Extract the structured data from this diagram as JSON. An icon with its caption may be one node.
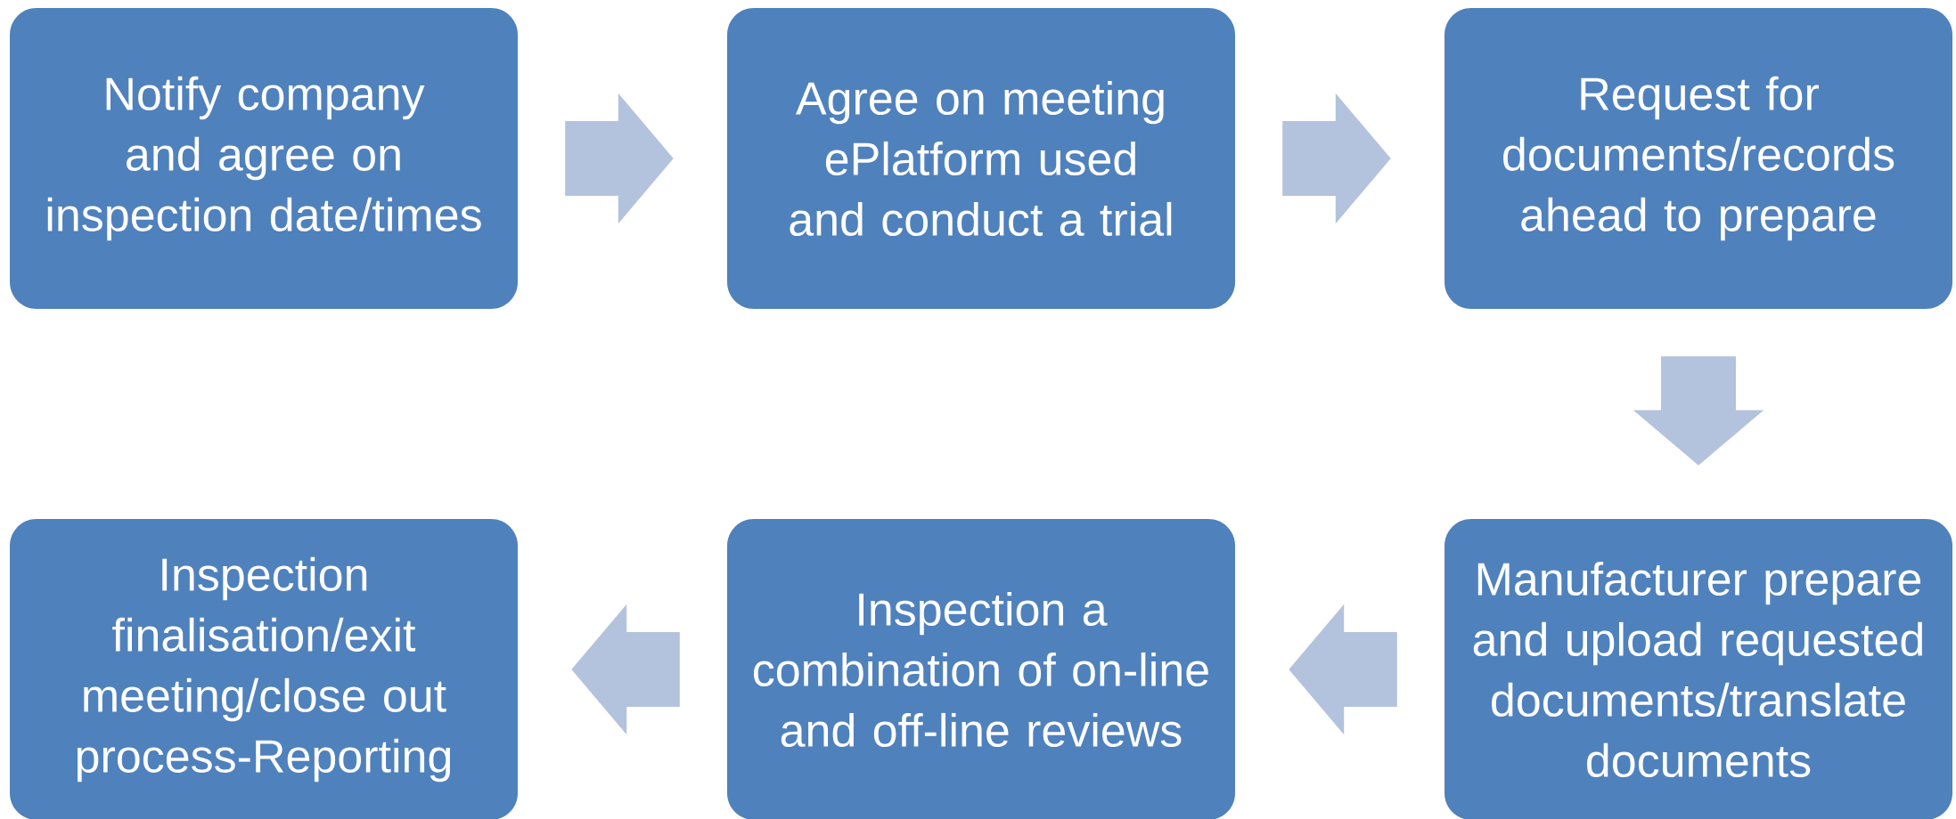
{
  "diagram": {
    "nodes": [
      {
        "text": [
          "Notify company and agree on inspection date/times"
        ]
      },
      {
        "text": [
          "Agree on meeting ePlatform used and conduct a trial"
        ]
      },
      {
        "text": [
          "Request for documents/records ahead to prepare"
        ]
      },
      {
        "text": [
          "Manufacturer prepare and upload requested documents/translate documents"
        ]
      },
      {
        "text": [
          "Inspection a combination of on-line and off-line reviews"
        ]
      },
      {
        "text": [
          "Inspection finalisation/exit meeting/close out process-Reporting"
        ]
      }
    ],
    "edges": [
      {
        "from": 0,
        "to": 1,
        "arrow": "to"
      },
      {
        "from": 1,
        "to": 2,
        "arrow": "to"
      },
      {
        "from": 2,
        "to": 3,
        "arrow": "to"
      },
      {
        "from": 3,
        "to": 4,
        "arrow": "to"
      },
      {
        "from": 4,
        "to": 5,
        "arrow": "to"
      }
    ]
  }
}
